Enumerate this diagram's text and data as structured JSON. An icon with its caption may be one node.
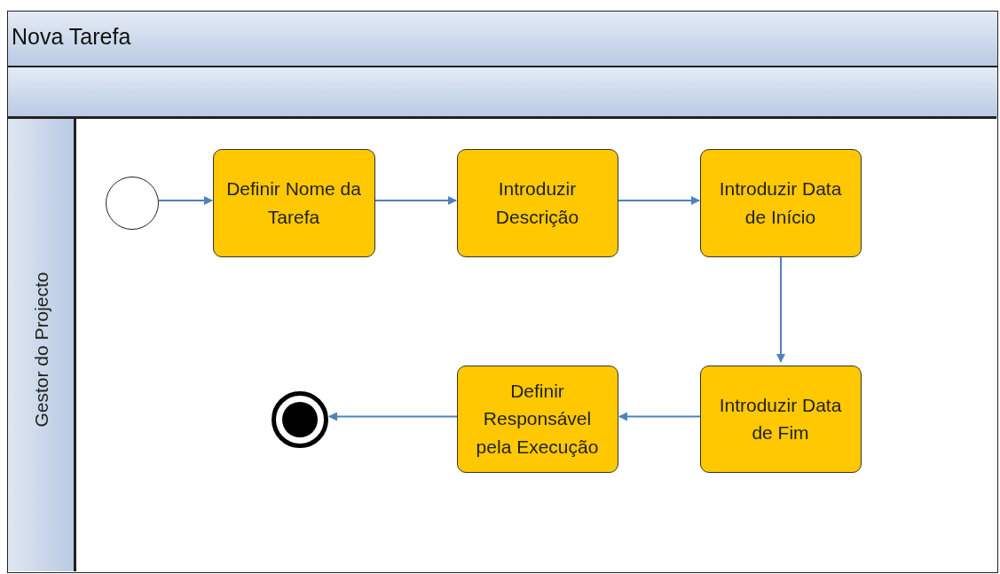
{
  "diagram": {
    "nodes": [
      {
        "text": [
          "Nova Tarefa"
        ]
      },
      {
        "text": [
          "Gestor do Projecto"
        ],
        "in": 0
      },
      {
        "text": [],
        "shape": "circle",
        "in": 1
      },
      {
        "text": [
          "Definir Nome da Tarefa"
        ],
        "in": 1
      },
      {
        "text": [
          "Introduzir Descrição"
        ],
        "in": 1
      },
      {
        "text": [
          "Introduzir Data de Início"
        ],
        "in": 1
      },
      {
        "text": [
          "Introduzir Data de Fim"
        ],
        "in": 1
      },
      {
        "text": [
          "Definir Responsável pela Execução"
        ],
        "in": 1
      },
      {
        "text": [],
        "shape": "circle",
        "in": 1
      }
    ],
    "edges": [
      {
        "from": 2,
        "to": 3,
        "arrow": "to"
      },
      {
        "from": 3,
        "to": 4,
        "arrow": "to"
      },
      {
        "from": 4,
        "to": 5,
        "arrow": "to"
      },
      {
        "from": 5,
        "to": 6,
        "arrow": "to"
      },
      {
        "from": 6,
        "to": 7,
        "arrow": "to"
      },
      {
        "from": 7,
        "to": 8,
        "arrow": "to"
      }
    ]
  }
}
